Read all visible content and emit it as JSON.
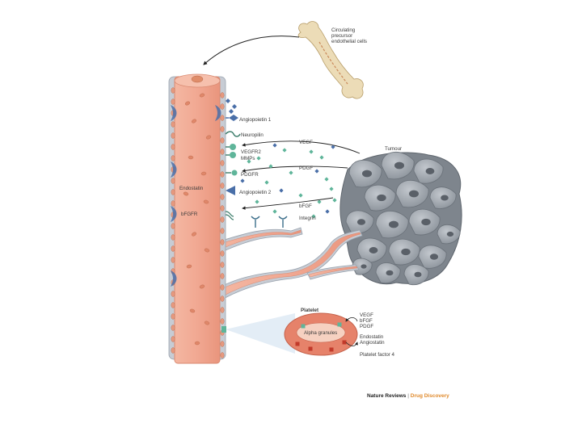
{
  "labels": {
    "circulating": [
      "Circulating",
      "precursor",
      "endothelial cells"
    ],
    "angiopoietin1": "Angiopoietin 1",
    "neuropilin": "Neuropilin",
    "vegfr2": "VEGFR2",
    "mmps": "MMPs",
    "pdgfr": "PDGFR",
    "angiopoietin2": "Angiopoietin 2",
    "endostatin_left": "Endostatin",
    "bfgfr": "bFGFR",
    "vegf": "VEGF",
    "pdgf": "PDGF",
    "bfgf": "bFGF",
    "integrin": "Integrin",
    "tumour": "Tumour",
    "platelet": "Platelet",
    "alpha_granules": "Alpha granules",
    "platelet_factors_top": [
      "VEGF",
      "bFGF",
      "PDGF"
    ],
    "platelet_factors_bottom": [
      "Endostatin",
      "Angiostatin",
      "Platelet factor 4"
    ]
  },
  "credit": {
    "journal": "Nature Reviews",
    "separator": "|",
    "section": "Drug Discovery"
  },
  "colors": {
    "vessel": "#f1a892",
    "vessel_edge": "#d98a72",
    "vessel_wall": "#c7ccd4",
    "tumour_cell": "#9aa1aa",
    "tumour_nucleus": "#5a6068",
    "growth_factor": "#5fb59a",
    "receptor_blue": "#4a6fa8",
    "platelet": "#e6826a",
    "bone": "#ecdcb7"
  }
}
